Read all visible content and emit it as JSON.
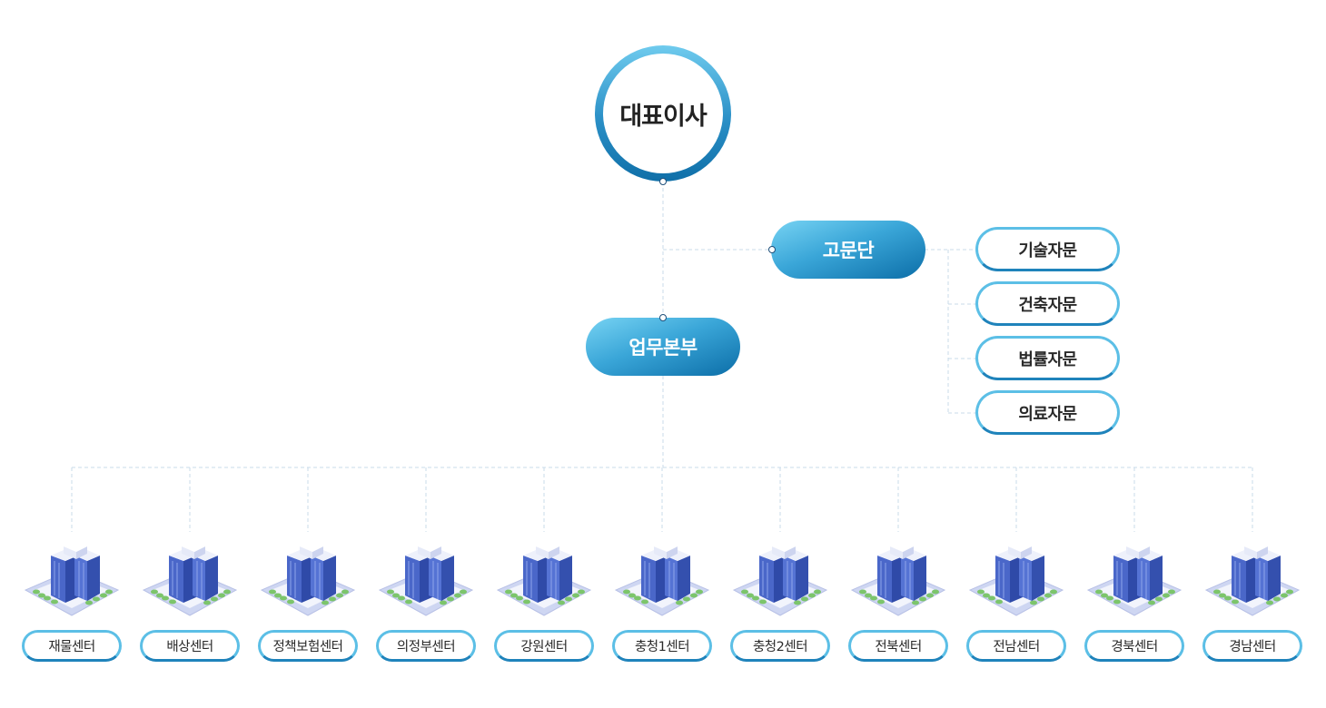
{
  "ceo": {
    "label": "대표이사"
  },
  "advisory": {
    "label": "고문단",
    "members": [
      "기술자문",
      "건축자문",
      "법률자문",
      "의료자문"
    ]
  },
  "business": {
    "label": "업무본부"
  },
  "centers": [
    "재물센터",
    "배상센터",
    "정책보험센터",
    "의정부센터",
    "강원센터",
    "충청1센터",
    "충청2센터",
    "전북센터",
    "전남센터",
    "경북센터",
    "경남센터"
  ],
  "colors": {
    "accent_light": "#6fcbee",
    "accent_dark": "#0f6fa8",
    "connector": "#cfe0ee"
  }
}
